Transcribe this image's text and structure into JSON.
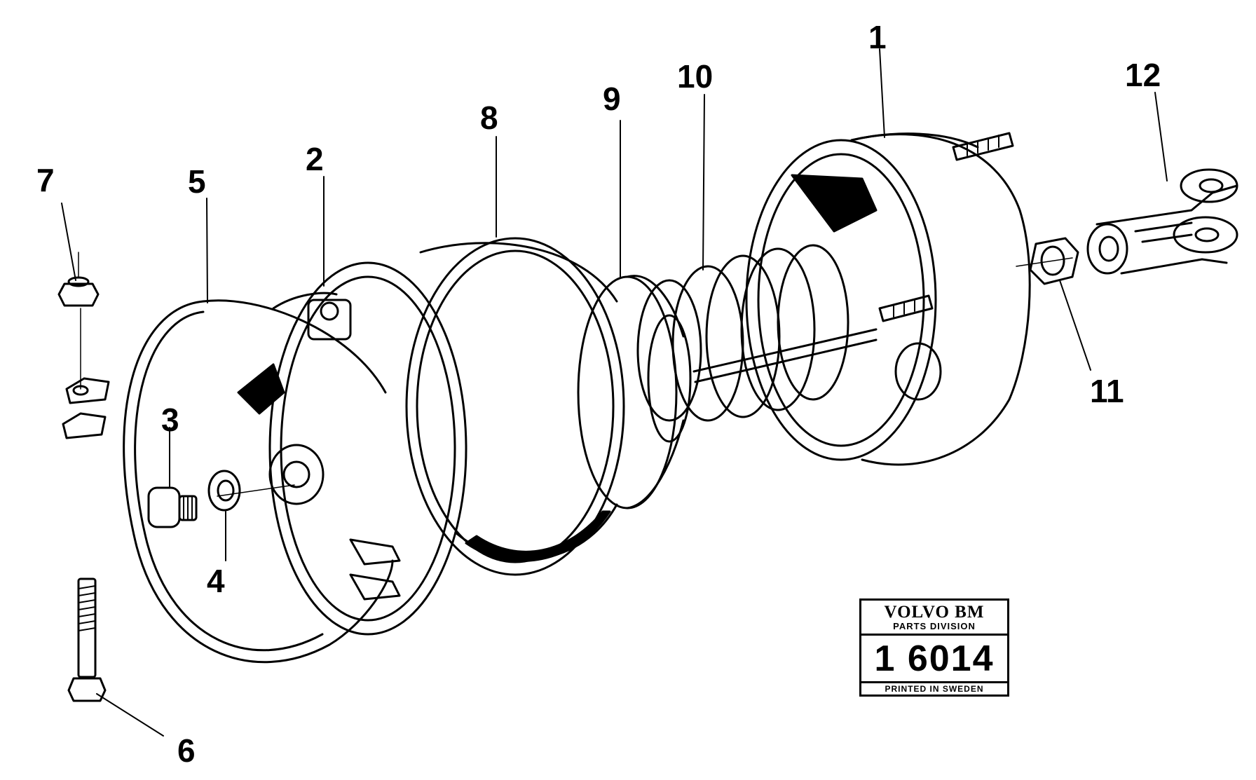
{
  "callouts": {
    "c1": "1",
    "c2": "2",
    "c3": "3",
    "c4": "4",
    "c5": "5",
    "c6": "6",
    "c7": "7",
    "c8": "8",
    "c9": "9",
    "c10": "10",
    "c11": "11",
    "c12": "12"
  },
  "stamp": {
    "brand": "VOLVO BM",
    "division": "PARTS DIVISION",
    "number": "1 6014",
    "printed": "PRINTED IN SWEDEN"
  }
}
